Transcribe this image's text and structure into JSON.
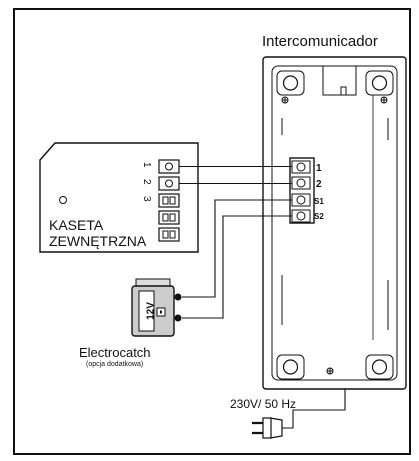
{
  "intercom": {
    "title": "Intercomunicador"
  },
  "panel": {
    "line1": "KASETA",
    "line2": "ZEWNĘTRZNA",
    "terminals": [
      "1",
      "2",
      "3"
    ]
  },
  "intercom_terminals": [
    "1",
    "2",
    "S1",
    "S2"
  ],
  "electrocatch": {
    "title": "Electrocatch",
    "subtitle": "(opcja dodatkowa)",
    "voltage": "12V"
  },
  "power": {
    "label": "230V/ 50 Hz"
  },
  "colors": {
    "line": "#111111",
    "background": "#ffffff",
    "accent_gray": "#cccccc"
  }
}
